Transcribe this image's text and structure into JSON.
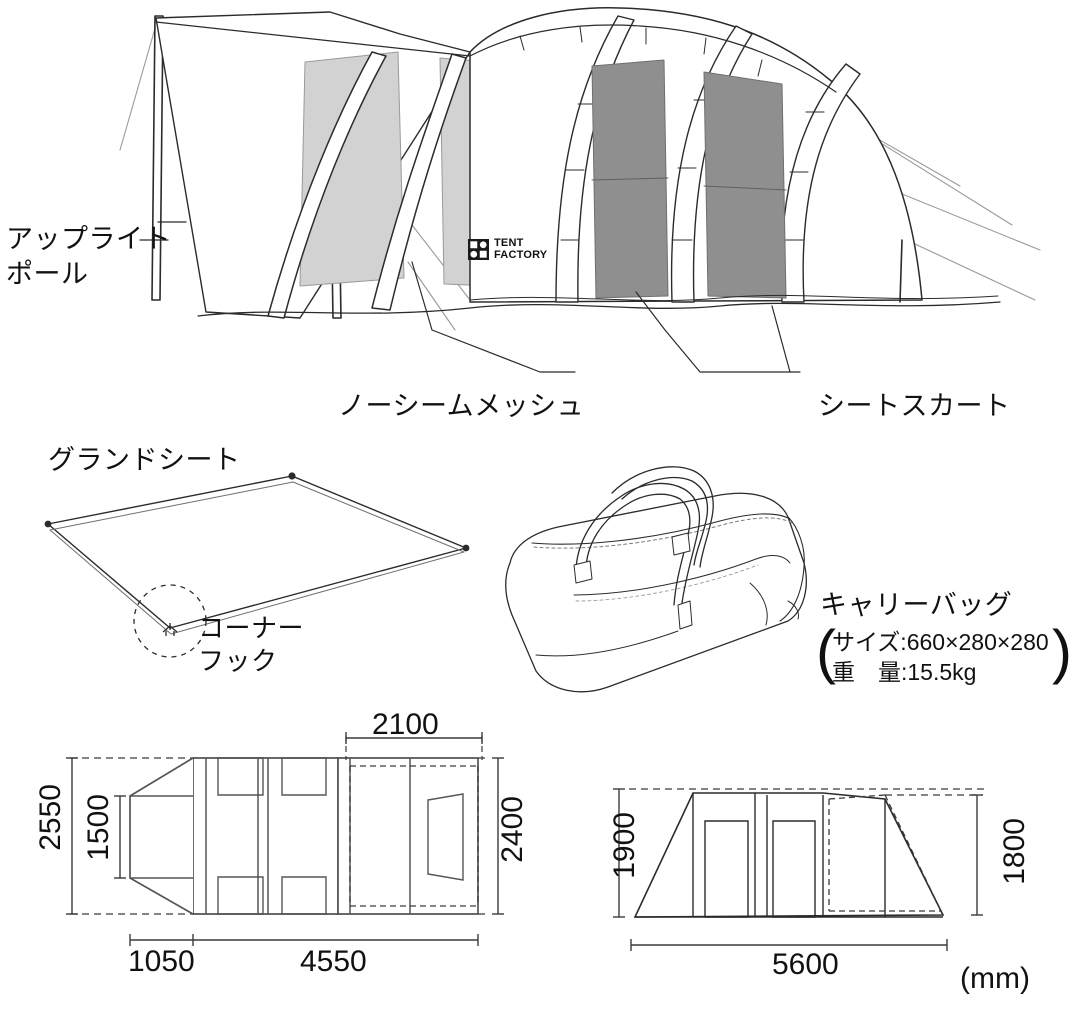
{
  "document": {
    "type": "product-spec-diagram",
    "product_brand": "TENT FACTORY",
    "unit_note": "(mm)"
  },
  "colors": {
    "line": "#2b2b2b",
    "thin_line": "#8a8a8a",
    "mesh_light": "#d2d2d2",
    "mesh_dark": "#8f8f8f",
    "dim_line": "#3a3a3a",
    "background": "#ffffff"
  },
  "hero": {
    "name": "tent-illustration",
    "brand_logo_label": "TENT\nFACTORY",
    "brand_line1": "TENT",
    "brand_line2": "FACTORY",
    "callouts": [
      {
        "id": "uplight-pole",
        "label": "アップライト\nポール",
        "line1": "アップライト",
        "line2": "ポール"
      },
      {
        "id": "no-seam-mesh",
        "label": "ノーシームメッシュ"
      },
      {
        "id": "seat-skirt",
        "label": "シートスカート"
      }
    ]
  },
  "groundsheet": {
    "name": "ground-sheet",
    "title": "グランドシート",
    "detail_callout": {
      "label": "コーナー\nフック",
      "line1": "コーナー",
      "line2": "フック"
    }
  },
  "carrybag": {
    "name": "carry-bag",
    "title": "キャリーバッグ",
    "spec_size": "サイズ:660×280×280",
    "spec_weight": "重　量:15.5kg",
    "paren_open": "(",
    "paren_close": ")"
  },
  "plan_view": {
    "name": "top-plan-view",
    "dimensions": {
      "overall_width": "2550",
      "inner_width": "1500",
      "canopy_depth": "2100",
      "body_width": "2400",
      "front_length": "1050",
      "body_length": "4550"
    }
  },
  "side_view": {
    "name": "side-elevation-view",
    "dimensions": {
      "peak_height": "1900",
      "rear_height": "1800",
      "total_length": "5600"
    }
  }
}
